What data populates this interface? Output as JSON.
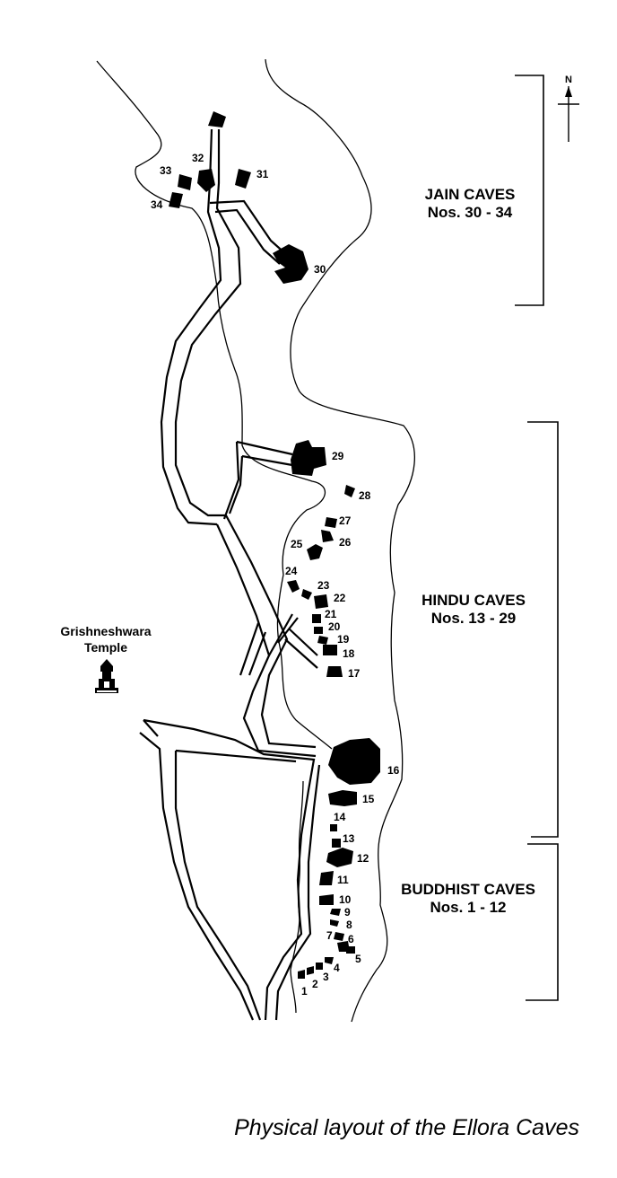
{
  "caption": "Physical layout of the Ellora Caves",
  "compass": {
    "label": "N"
  },
  "temple": {
    "line1": "Grishneshwara",
    "line2": "Temple"
  },
  "sections": {
    "jain": {
      "title": "JAIN CAVES",
      "range": "Nos. 30 - 34"
    },
    "hindu": {
      "title": "HINDU CAVES",
      "range": "Nos. 13 - 29"
    },
    "buddhist": {
      "title": "BUDDHIST CAVES",
      "range": "Nos. 1 - 12"
    }
  },
  "caves": {
    "c1": "1",
    "c2": "2",
    "c3": "3",
    "c4": "4",
    "c5": "5",
    "c6": "6",
    "c7": "7",
    "c8": "8",
    "c9": "9",
    "c10": "10",
    "c11": "11",
    "c12": "12",
    "c13": "13",
    "c14": "14",
    "c15": "15",
    "c16": "16",
    "c17": "17",
    "c18": "18",
    "c19": "19",
    "c20": "20",
    "c21": "21",
    "c22": "22",
    "c23": "23",
    "c24": "24",
    "c25": "25",
    "c26": "26",
    "c27": "27",
    "c28": "28",
    "c29": "29",
    "c30": "30",
    "c31": "31",
    "c32": "32",
    "c33": "33",
    "c34": "34"
  }
}
